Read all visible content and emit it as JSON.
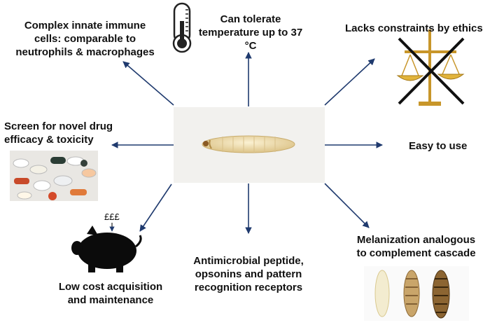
{
  "labels": {
    "immune": "Complex innate immune\ncells: comparable to\nneutrophils & macrophages",
    "temperature": "Can tolerate\ntemperature up to 37 °C",
    "ethics": "Lacks constraints by ethics",
    "drug": "Screen for novel drug\nefficacy & toxicity",
    "easy": "Easy to use",
    "cost": "Low cost acquisition\nand maintenance",
    "antimicrobial": "Antimicrobial peptide,\nopsonins and pattern\nrecognition receptors",
    "melanization": "Melanization analogous\nto complement cascade",
    "pounds": "£££"
  },
  "colors": {
    "arrow": "#1f3a6e",
    "text": "#111111",
    "larva": "#efe0b4",
    "scale": "#e2b43b"
  },
  "icons": [
    "thermometer-icon",
    "scales-of-justice-icon",
    "pills-icon",
    "piggy-bank-icon",
    "larva-icon"
  ]
}
